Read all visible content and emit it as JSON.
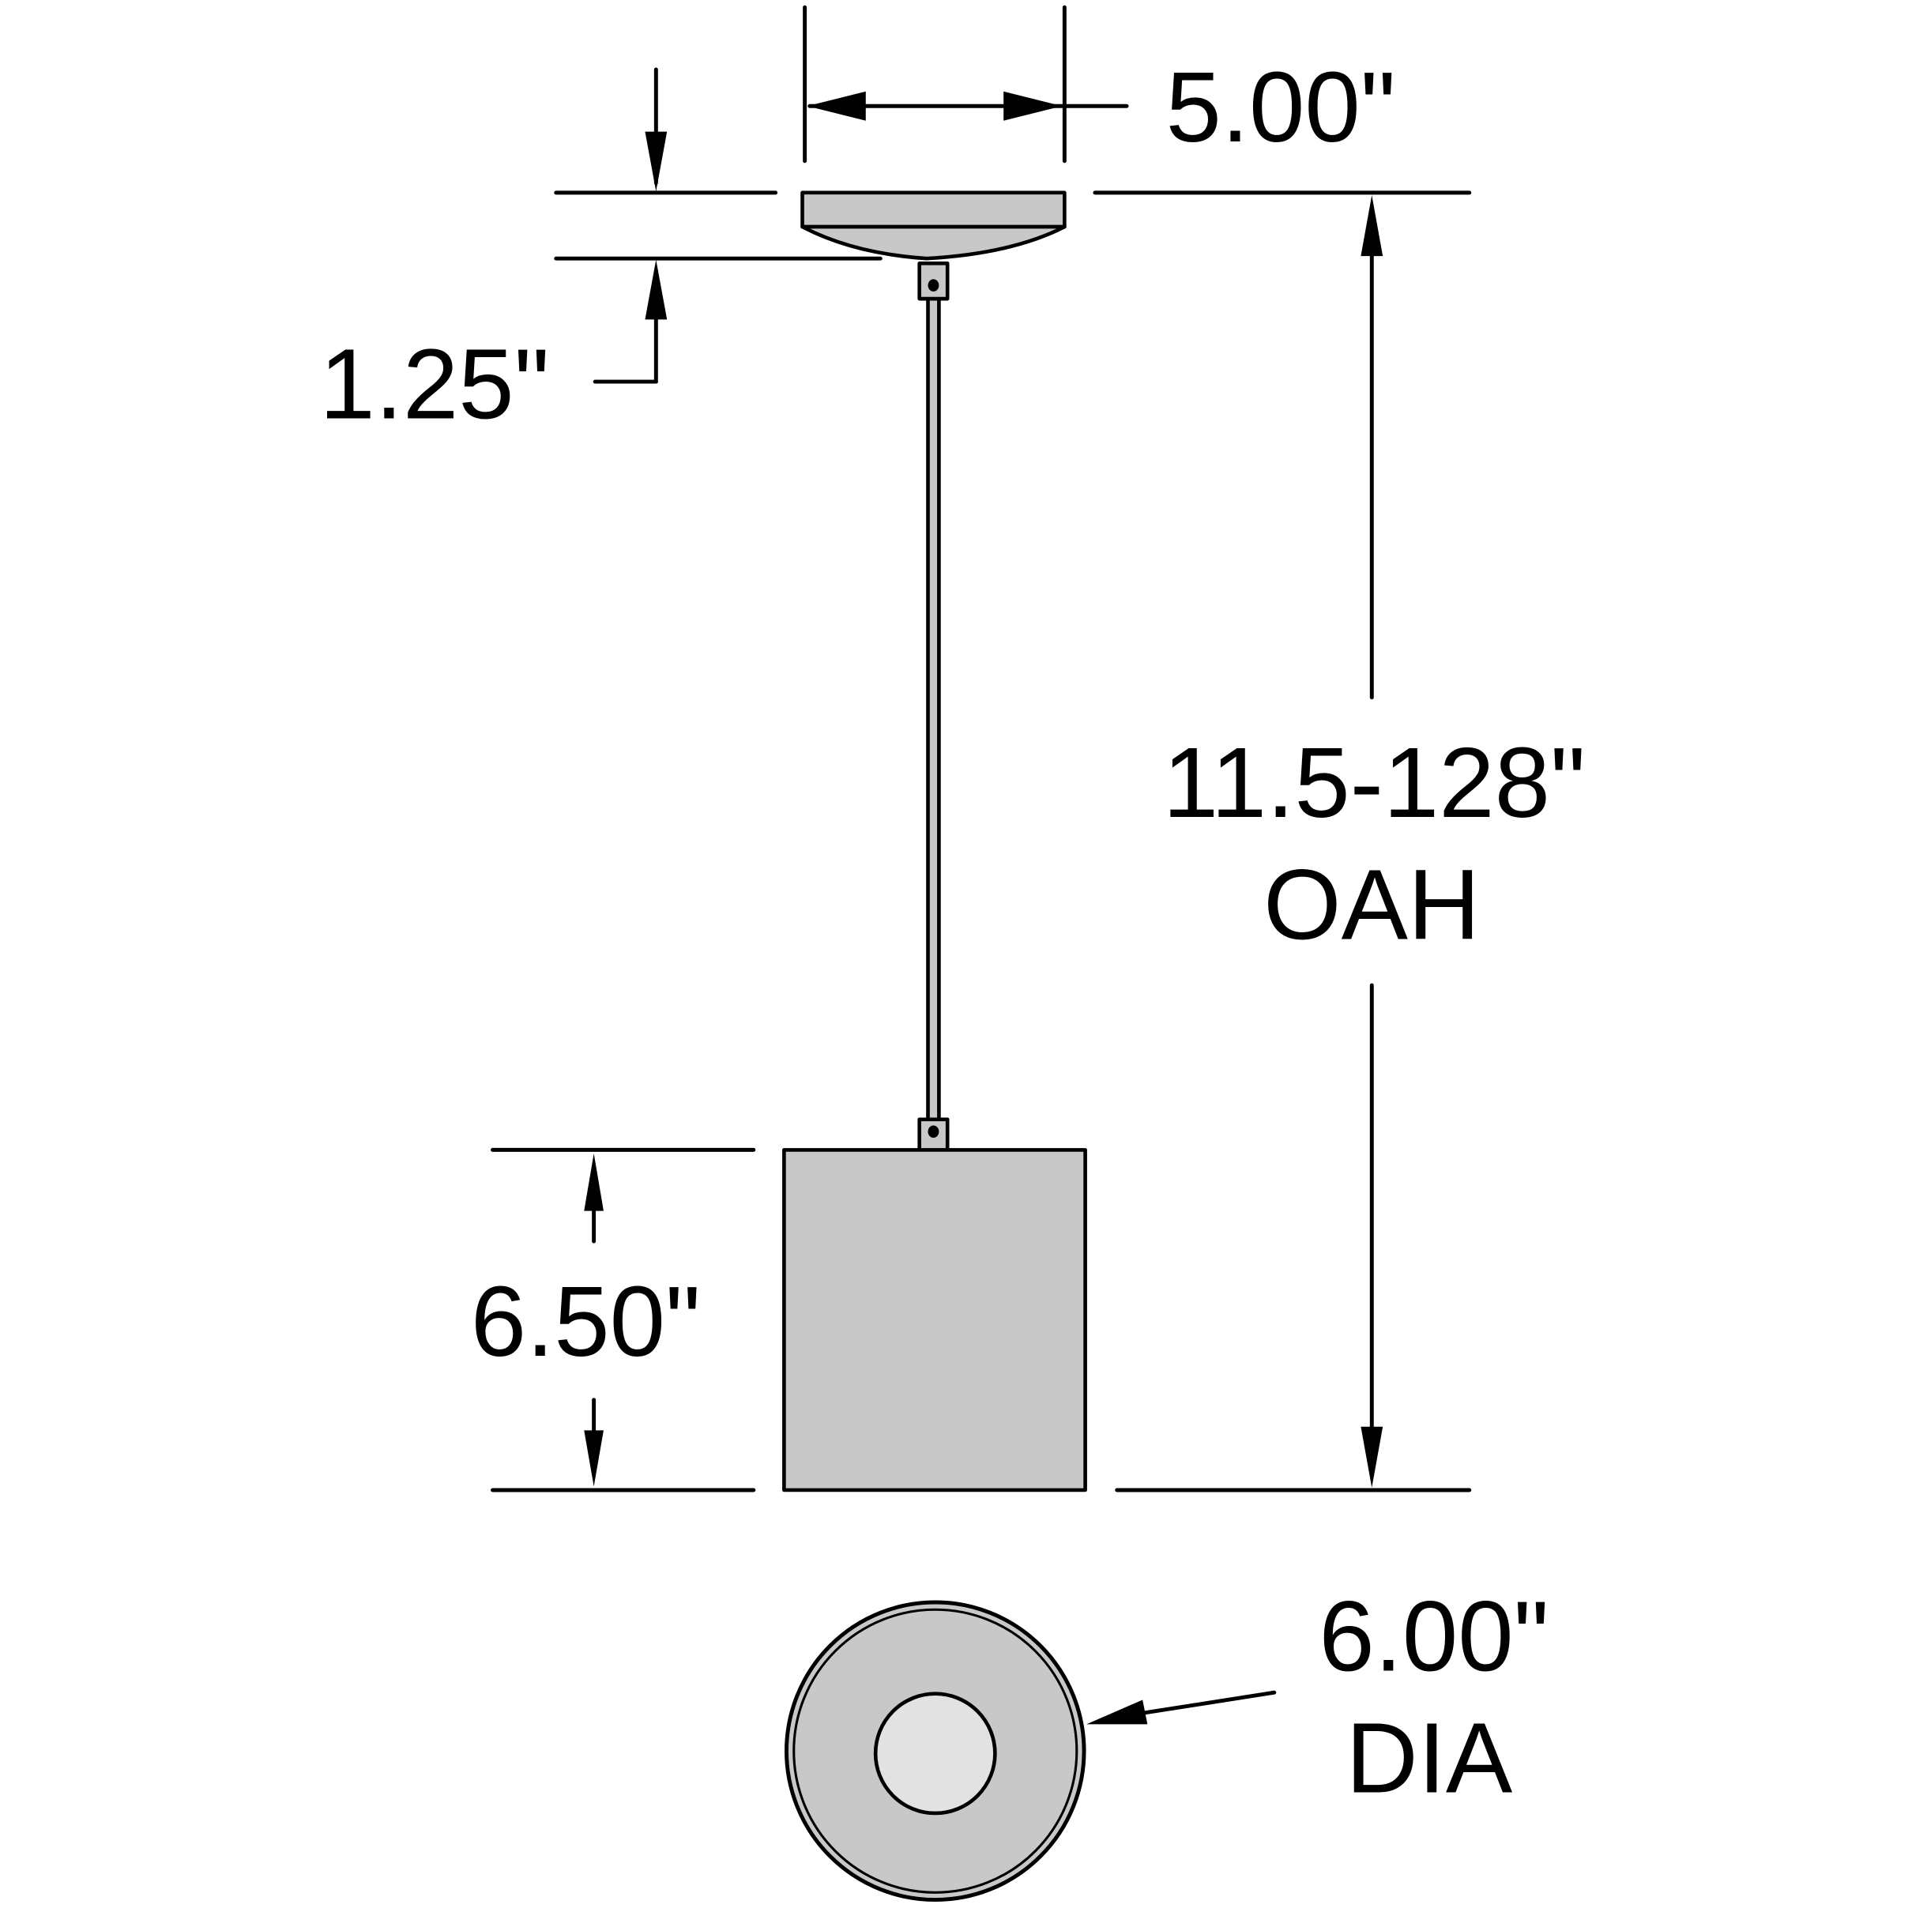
{
  "drawing": {
    "title": "Pendant light dimension drawing",
    "colors": {
      "line": "#000000",
      "fill_body": "#c8c8c8",
      "fill_lens": "#e2e2e2",
      "background": "#ffffff"
    }
  },
  "dimensions": {
    "canopy_width": {
      "value": "5.00\"",
      "label": "5.00\""
    },
    "canopy_height": {
      "value": "1.25\"",
      "label": "1.25\""
    },
    "overall_height": {
      "value": "11.5-128\"",
      "label_line1": "11.5-128\"",
      "label_line2": "OAH"
    },
    "shade_height": {
      "value": "6.50\"",
      "label": "6.50\""
    },
    "shade_diameter": {
      "value": "6.00\"",
      "label_line1": "6.00\"",
      "label_line2": "DIA"
    }
  },
  "views": {
    "side_view": [
      "canopy",
      "stem",
      "shade"
    ],
    "bottom_view": [
      "shade-outer-rim",
      "lens"
    ]
  }
}
